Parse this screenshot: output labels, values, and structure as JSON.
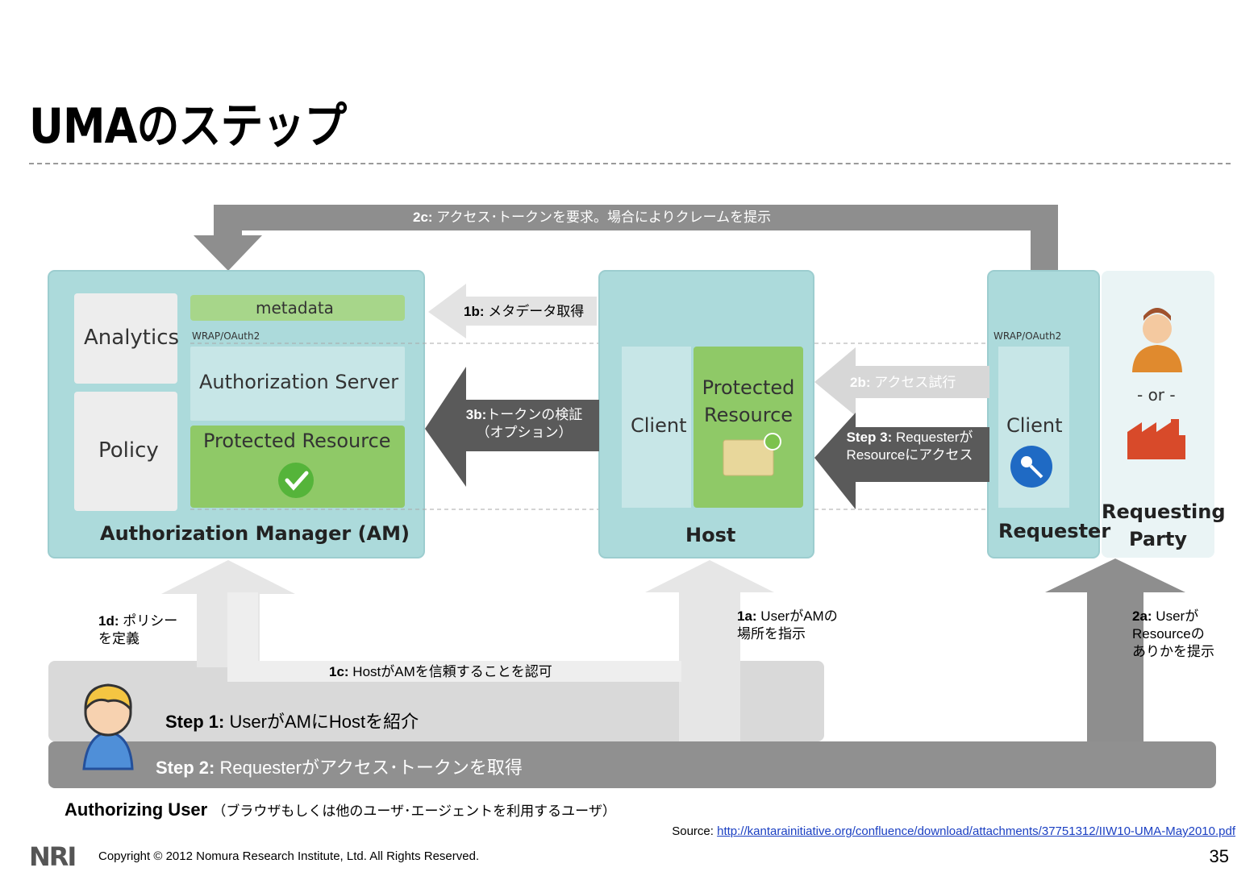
{
  "slide_title": "UMAのステップ",
  "diagram": {
    "am_box": {
      "title": "Authorization Manager (AM)",
      "analytics": "Analytics",
      "policy": "Policy",
      "metadata": "metadata",
      "wrap": "WRAP/OAuth2",
      "auth_server": "Authorization Server",
      "protected_resource": "Protected Resource"
    },
    "host_box": {
      "title": "Host",
      "client": "Client",
      "protected_resource_line1": "Protected",
      "protected_resource_line2": "Resource"
    },
    "requester_box": {
      "title": "Requester",
      "wrap": "WRAP/OAuth2",
      "client": "Client"
    },
    "requesting_party": {
      "or": "- or -",
      "line1": "Requesting",
      "line2": "Party"
    },
    "labels": {
      "s2c_key": "2c:",
      "s2c_text": " アクセス･トークンを要求。場合によりクレームを提示",
      "s1b_key": "1b:",
      "s1b_text": " メタデータ取得",
      "s3b_key": "3b:",
      "s3b_text": "トークンの検証",
      "s3b_text2": "（オプション）",
      "s2b_key": "2b:",
      "s2b_text": " アクセス試行",
      "step3_key": "Step 3:",
      "step3_text": " Requesterが",
      "step3_text2": "Resourceにアクセス",
      "s1d_key": "1d:",
      "s1d_text": " ポリシー",
      "s1d_text2": "を定義",
      "s1a_key": "1a:",
      "s1a_text": " UserがAMの",
      "s1a_text2": "場所を指示",
      "s2a_key": "2a:",
      "s2a_text": " Userが",
      "s2a_text2": "Resourceの",
      "s2a_text3": "ありかを提示",
      "s1c_key": "1c:",
      "s1c_text": " HostがAMを信頼することを認可",
      "step1_key": "Step 1:",
      "step1_text": " UserがAMにHostを紹介",
      "step2_key": "Step 2:",
      "step2_text": " Requesterがアクセス･トークンを取得"
    },
    "colors": {
      "box_fill": "#acdadb",
      "green": "#8fc967",
      "light_green": "#a7d68a",
      "arrow_light": "#e3e3e3",
      "arrow_mid": "#bdbdbd",
      "arrow_dark": "#5a5a5a",
      "arrow_grey": "#8e8e8e"
    }
  },
  "authorizing_user": {
    "bold": "Authorizing User",
    "note": "（ブラウザもしくは他のユーザ･エージェントを利用するユーザ）"
  },
  "source": {
    "prefix": "Source: ",
    "url": "http://kantarainitiative.org/confluence/download/attachments/37751312/IIW10-UMA-May2010.pdf"
  },
  "footer": {
    "logo": "NRI",
    "copyright": "Copyright © 2012 Nomura Research Institute, Ltd. All Rights Reserved.",
    "page": "35"
  }
}
